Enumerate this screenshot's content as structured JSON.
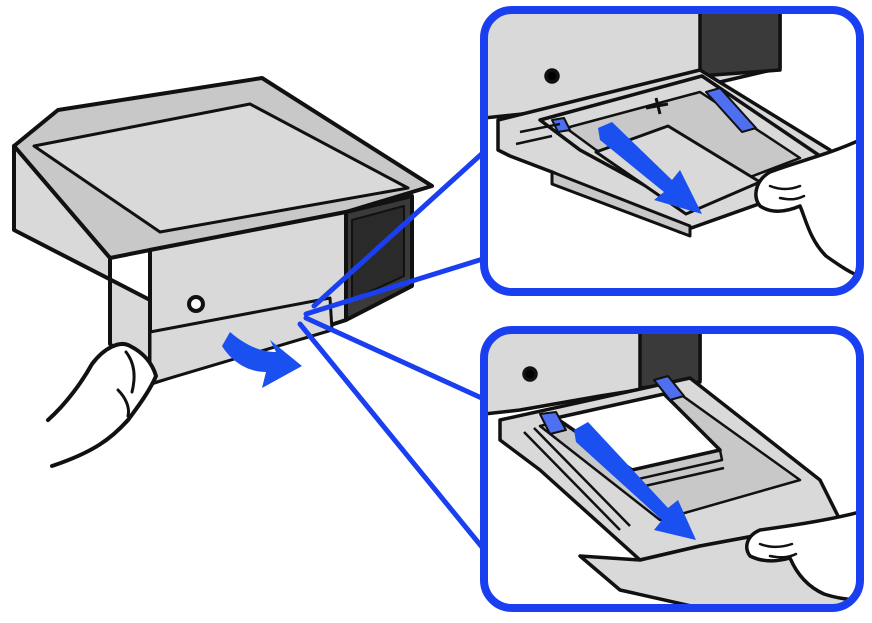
{
  "figure": {
    "description_free": true,
    "colors": {
      "callout_border": "#1a3ff0",
      "arrow_blue": "#1a4ff0",
      "printer_body": "#d9d9d9",
      "printer_top": "#c8c8c8",
      "outline": "#111111",
      "paper": "#ffffff",
      "blue_tab": "#4d6ff0"
    },
    "icons": {
      "main_arrow": "curved-arrow-down-icon",
      "callout_arrow_top": "pull-arrow-icon",
      "callout_arrow_bottom": "pull-arrow-icon",
      "hand_left": "hand-icon",
      "hand_right_top": "hand-icon",
      "hand_right_bottom": "hand-icon"
    },
    "callouts": [
      {
        "id": "extend-output-tray",
        "step": 1
      },
      {
        "id": "pull-out-paper-cassette",
        "step": 2
      }
    ]
  }
}
